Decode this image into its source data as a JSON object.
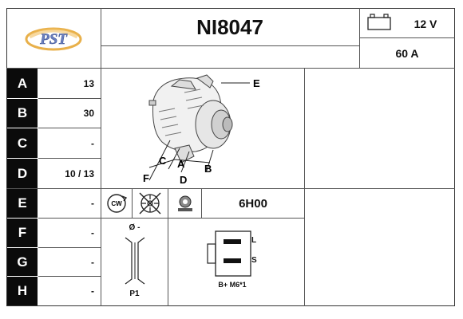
{
  "header": {
    "part_number": "NI8047",
    "voltage": "12 V",
    "amperage": "60 A"
  },
  "rows": [
    {
      "label": "A",
      "value": "13"
    },
    {
      "label": "B",
      "value": "30"
    },
    {
      "label": "C",
      "value": "-"
    },
    {
      "label": "D",
      "value": "10 / 13"
    },
    {
      "label": "E",
      "value": "-"
    },
    {
      "label": "F",
      "value": "-"
    },
    {
      "label": "G",
      "value": "-"
    },
    {
      "label": "H",
      "value": "-"
    }
  ],
  "diagram": {
    "labels": {
      "e": "E",
      "c": "C",
      "a": "A",
      "b": "B",
      "f": "F",
      "d": "D"
    }
  },
  "rotation": {
    "direction_label": "CW",
    "regulator_setting": "6H00"
  },
  "pulley": {
    "diameter_label": "Ø -",
    "name": "P1"
  },
  "connector": {
    "pin_top": "L",
    "pin_bottom": "S",
    "terminal_label": "B+ M6*1"
  },
  "logo": {
    "text": "PST"
  }
}
